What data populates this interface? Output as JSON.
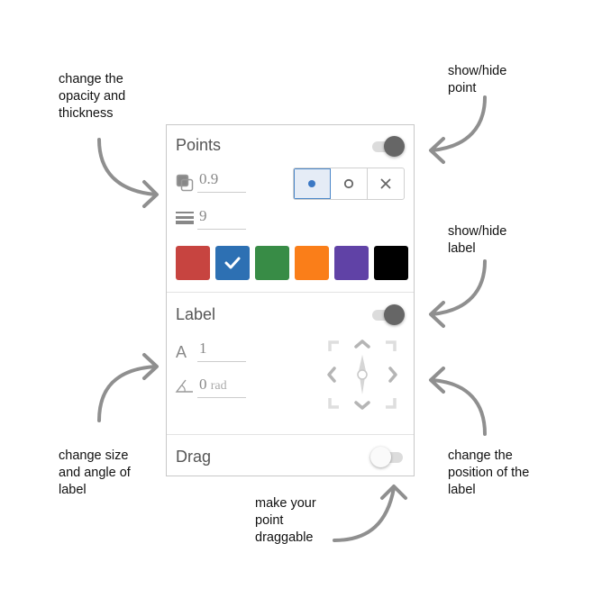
{
  "annotations": {
    "opacity_thickness": "change the\nopacity and\nthickness",
    "show_hide_point": "show/hide\npoint",
    "show_hide_label": "show/hide\nlabel",
    "size_angle": "change size\nand angle of\nlabel",
    "position": "change the\nposition of the\nlabel",
    "draggable": "make your\npoint\ndraggable"
  },
  "panel": {
    "points": {
      "title": "Points",
      "toggle_on": true,
      "opacity_icon": "opacity-icon",
      "opacity": "0.9",
      "thickness_icon": "thickness-icon",
      "thickness": "9",
      "styles": [
        {
          "name": "filled-dot",
          "glyph": "●",
          "selected": true
        },
        {
          "name": "open-circle",
          "glyph": "○",
          "selected": false
        },
        {
          "name": "cross",
          "glyph": "✕",
          "selected": false
        }
      ],
      "colors": [
        {
          "name": "red",
          "hex": "#c74440",
          "selected": false
        },
        {
          "name": "blue",
          "hex": "#2d70b3",
          "selected": true
        },
        {
          "name": "green",
          "hex": "#388c46",
          "selected": false
        },
        {
          "name": "orange",
          "hex": "#fa7e19",
          "selected": false
        },
        {
          "name": "purple",
          "hex": "#6042a6",
          "selected": false
        },
        {
          "name": "black",
          "hex": "#000000",
          "selected": false
        }
      ]
    },
    "label": {
      "title": "Label",
      "toggle_on": true,
      "size_icon": "A",
      "size": "1",
      "angle_icon": "angle-icon",
      "angle": "0",
      "angle_unit": "rad",
      "position_control": "compass-position-icon"
    },
    "drag": {
      "title": "Drag",
      "toggle_on": false
    }
  },
  "colors": {
    "arrow": "#8f8f8f",
    "toggle_knob_on": "#666666",
    "selected_style_border": "#4a86c8",
    "selected_style_bg": "#e5ecf6"
  }
}
